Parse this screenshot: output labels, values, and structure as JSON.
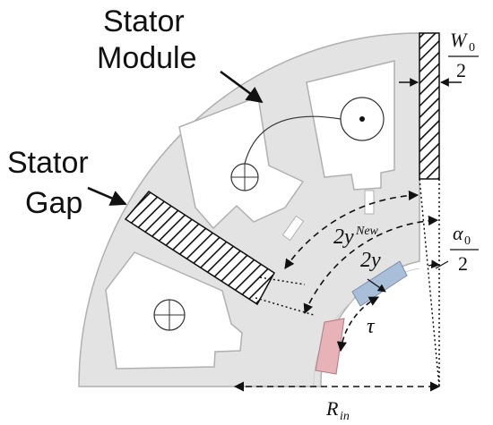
{
  "labels": {
    "stator_module_line1": "Stator",
    "stator_module_line2": "Module",
    "stator_gap_line1": "Stator",
    "stator_gap_line2": "Gap",
    "w0_numerator": "W",
    "w0_subscript": "0",
    "w0_denominator": "2",
    "alpha_numerator": "α",
    "alpha_subscript": "0",
    "alpha_denominator": "2",
    "two_y_new_main": "2y",
    "two_y_new_super": "New",
    "two_y": "2y",
    "tau": "τ",
    "r_in_main": "R",
    "r_in_sub": "in"
  },
  "colors": {
    "stator_fill": "#e3e3e3",
    "stator_stroke": "#b0b0b0",
    "blue_coil": "#a9bfd9",
    "red_coil": "#e8b3b8",
    "line": "#111111"
  }
}
